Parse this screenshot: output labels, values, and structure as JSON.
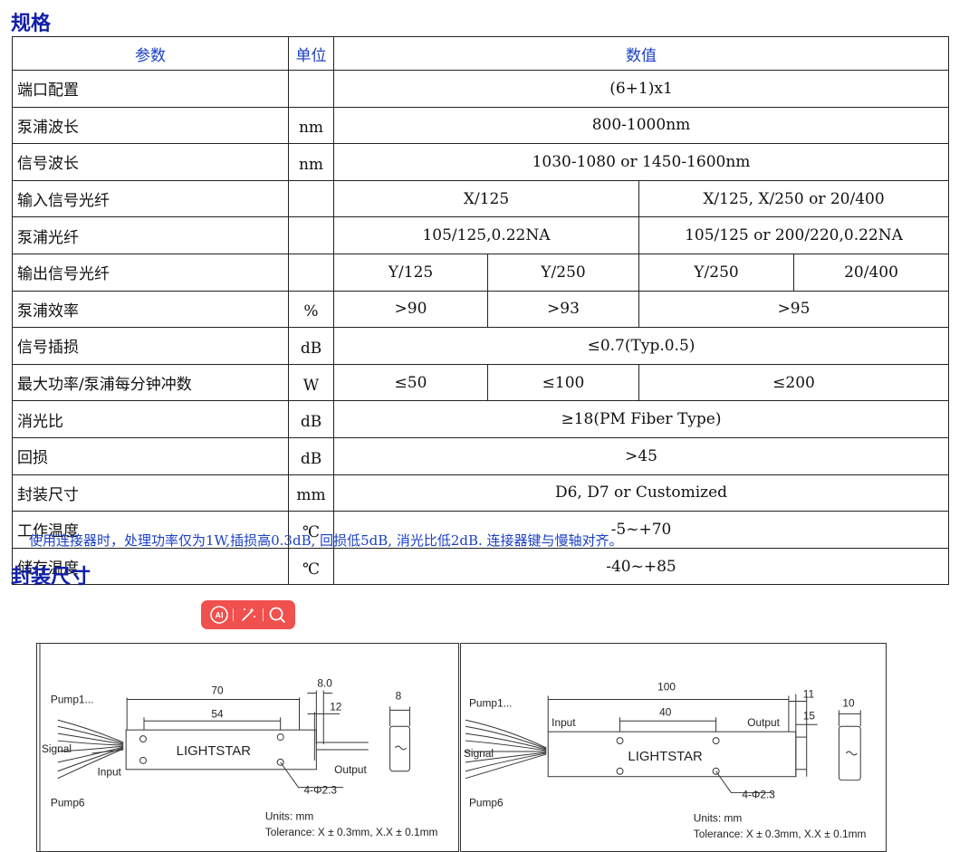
{
  "spec_title": "规格",
  "table": {
    "headers": [
      "参数",
      "单位",
      "数值"
    ],
    "rows": {
      "port": {
        "param": "端口配置",
        "unit": "",
        "v": [
          "(6+1)x1"
        ]
      },
      "pump_wl": {
        "param": "泵浦波长",
        "unit": "nm",
        "v": [
          "800-1000nm"
        ]
      },
      "signal_wl": {
        "param": "信号波长",
        "unit": "nm",
        "v": [
          "1030-1080 or 1450-1600nm"
        ]
      },
      "in_fiber": {
        "param": "输入信号光纤",
        "unit": "",
        "v": [
          "X/125",
          "X/125, X/250 or 20/400"
        ]
      },
      "pump_fiber": {
        "param": "泵浦光纤",
        "unit": "",
        "v": [
          "105/125,0.22NA",
          "105/125 or 200/220,0.22NA"
        ]
      },
      "out_fiber": {
        "param": "输出信号光纤",
        "unit": "",
        "v": [
          "Y/125",
          "Y/250",
          "Y/250",
          "20/400"
        ]
      },
      "pump_eff": {
        "param": "泵浦效率",
        "unit": "%",
        "v": [
          ">90",
          ">93",
          ">95"
        ]
      },
      "signal_il": {
        "param": "信号插损",
        "unit": "dB",
        "v": [
          "≤0.7(Typ.0.5)"
        ]
      },
      "max_power": {
        "param": "最大功率/泵浦每分钟冲数",
        "unit": "W",
        "v": [
          "≤50",
          "≤100",
          "≤200"
        ]
      },
      "extinction": {
        "param": "消光比",
        "unit": "dB",
        "v": [
          "≥18(PM Fiber Type)"
        ]
      },
      "return_loss": {
        "param": "回损",
        "unit": "dB",
        "v": [
          ">45"
        ]
      },
      "package": {
        "param": "封装尺寸",
        "unit": "mm",
        "v": [
          "D6, D7 or Customized"
        ]
      },
      "op_temp": {
        "param": "工作温度",
        "unit": "℃",
        "v": [
          "-5~+70"
        ]
      },
      "st_temp": {
        "param": "储存温度",
        "unit": "℃",
        "v": [
          "-40~+85"
        ]
      }
    }
  },
  "note": "使用连接器时，处理功率仅为1W,插损高0.3dB, 回损低5dB, 消光比低2dB. 连接器键与慢轴对齐。",
  "package_title": "封装尺寸",
  "toolbar": {
    "icons": [
      "ai-icon",
      "magic-wand-icon",
      "search-icon"
    ],
    "ai_label": "AI",
    "bg_color": "#f0504e"
  },
  "drawings": {
    "d6": {
      "pump1": "Pump1...",
      "signal": "Signal",
      "input": "Input",
      "pump6": "Pump6",
      "dim_70": "70",
      "dim_54": "54",
      "dim_8_0": "8.0",
      "dim_12": "12",
      "dim_8": "8",
      "brand": "LIGHTSTAR",
      "output": "Output",
      "hole": "4-Φ2.3",
      "units": "Units: mm",
      "tolerance": "Tolerance: X ± 0.3mm, X.X ± 0.1mm"
    },
    "d7": {
      "pump1": "Pump1...",
      "signal": "Signal",
      "input": "Input",
      "pump6": "Pump6",
      "dim_100": "100",
      "dim_40": "40",
      "dim_11": "11",
      "dim_15": "15",
      "dim_10": "10",
      "brand": "LIGHTSTAR",
      "output": "Output",
      "hole": "4-Φ2.3",
      "units": "Units: mm",
      "tolerance": "Tolerance: X ± 0.3mm, X.X ± 0.1mm"
    }
  },
  "colors": {
    "heading": "#1020a8",
    "accent_text": "#1a3fc6",
    "border": "#222222"
  }
}
